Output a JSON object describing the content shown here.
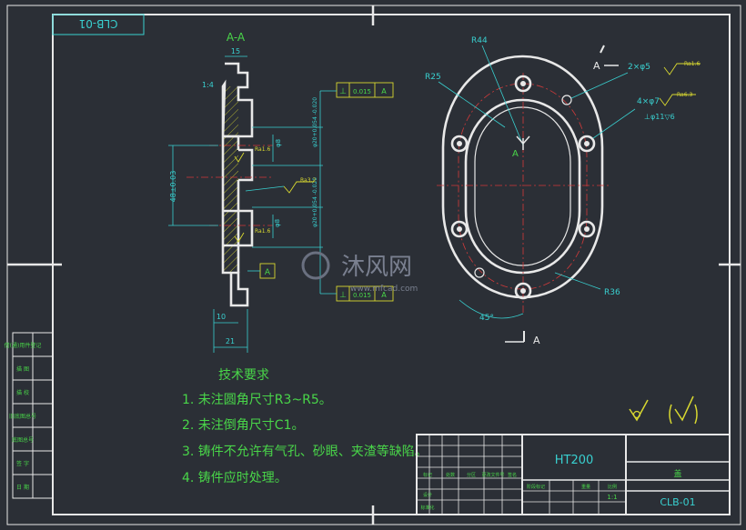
{
  "sheet": {
    "drawing_code_flipped": "CLB-01",
    "section_label": "A-A",
    "view_label_a": "A",
    "material": "HT200",
    "part_name": "盖",
    "drawing_code": "CLB-01",
    "scale": "1:1",
    "watermark_brand": "沐风网",
    "watermark_url": "www.mfcad.com"
  },
  "dimensions": {
    "width_top": "15",
    "chamfer": "1:4",
    "span": "48±0.03",
    "bottom_a": "10",
    "bottom_b": "21",
    "bore1": "φ8",
    "bore2": "φ8",
    "fit1": "φ20+0.054\n-0.020",
    "fit2": "φ20+0.054\n-0.020",
    "r44": "R44",
    "r25": "R25",
    "r36": "R36",
    "angle": "45°",
    "holes_small": "2×φ5",
    "holes_large": "4×φ7",
    "counterbore": "⊥φ11▽6"
  },
  "tolerance_frames": [
    {
      "symbol": "⊥",
      "value": "0.015",
      "datum": "A"
    },
    {
      "symbol": "⊥",
      "value": "0.015",
      "datum": "A"
    }
  ],
  "roughness": [
    "Ra1.6",
    "Ra3.2",
    "Ra1.6",
    "Ra1.6",
    "Ra6.3"
  ],
  "tech_requirements": {
    "title": "技术要求",
    "items": [
      "1. 未注圆角尺寸R3~R5。",
      "2. 未注倒角尺寸C1。",
      "3. 铸件不允许有气孔、砂眼、夹渣等缺陷。",
      "4. 铸件应时处理。"
    ]
  },
  "left_strip": [
    "借(通)用件登记",
    "描 图",
    "描 校",
    "旧底图总号",
    "底图总号",
    "签 字",
    "日 期"
  ],
  "title_block": {
    "small_cells": [
      "标记",
      "处数",
      "分区",
      "更改文件号",
      "签名",
      "年月日",
      "设计",
      "标准化",
      "阶段标记",
      "重量",
      "比例"
    ]
  },
  "colors": {
    "background": "#2b2f36",
    "outline": "#e8e8e8",
    "dimension": "#39d0d0",
    "centerline": "#d23a3a",
    "annotation": "#49d649",
    "roughness": "#d8d830"
  }
}
